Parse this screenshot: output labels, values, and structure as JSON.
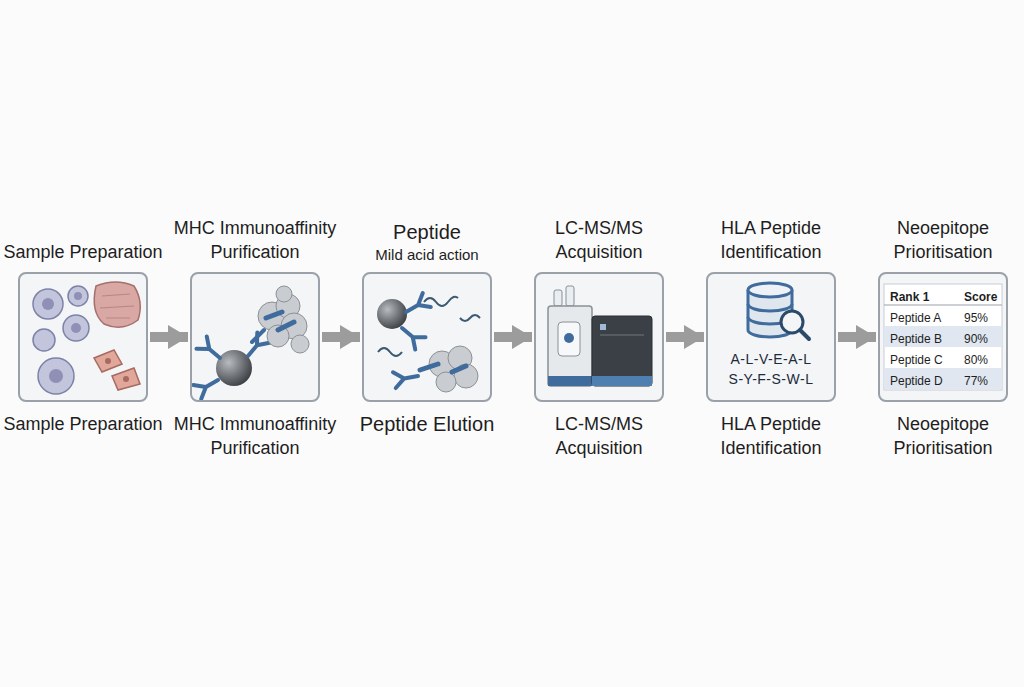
{
  "diagram": {
    "nodes": [
      {
        "text": [
          "Sample Preparation",
          "Sample Preparation"
        ]
      },
      {
        "text": [
          "MHC Immunoaffinity Purification",
          "MHC Immunoaffinity Purification"
        ]
      },
      {
        "text": [
          "Peptide",
          "Mild acid action",
          "Peptide Elution"
        ]
      },
      {
        "text": [
          "LC-MS/MS Acquisition",
          "LC-MS/MS Acquisition"
        ]
      },
      {
        "text": [
          "HLA Peptide Identification",
          "A-L-V-E-A-L",
          "S-Y-F-S-W-L",
          "HLA Peptide Identification"
        ]
      },
      {
        "text": [
          "Neoepitope Prioritisation",
          "Neoepitope Prioritisation"
        ]
      }
    ],
    "edges": [
      {
        "from": 0,
        "to": 1,
        "arrow": "to"
      },
      {
        "from": 1,
        "to": 2,
        "arrow": "to"
      },
      {
        "from": 2,
        "to": 3,
        "arrow": "to"
      },
      {
        "from": 3,
        "to": 4,
        "arrow": "to"
      },
      {
        "from": 4,
        "to": 5,
        "arrow": "to"
      }
    ],
    "labels": [
      "Rank 1",
      "Score",
      "Peptide A",
      "95%",
      "Peptide B",
      "90%",
      "Peptide C",
      "80%",
      "Peptide D",
      "77%"
    ]
  }
}
